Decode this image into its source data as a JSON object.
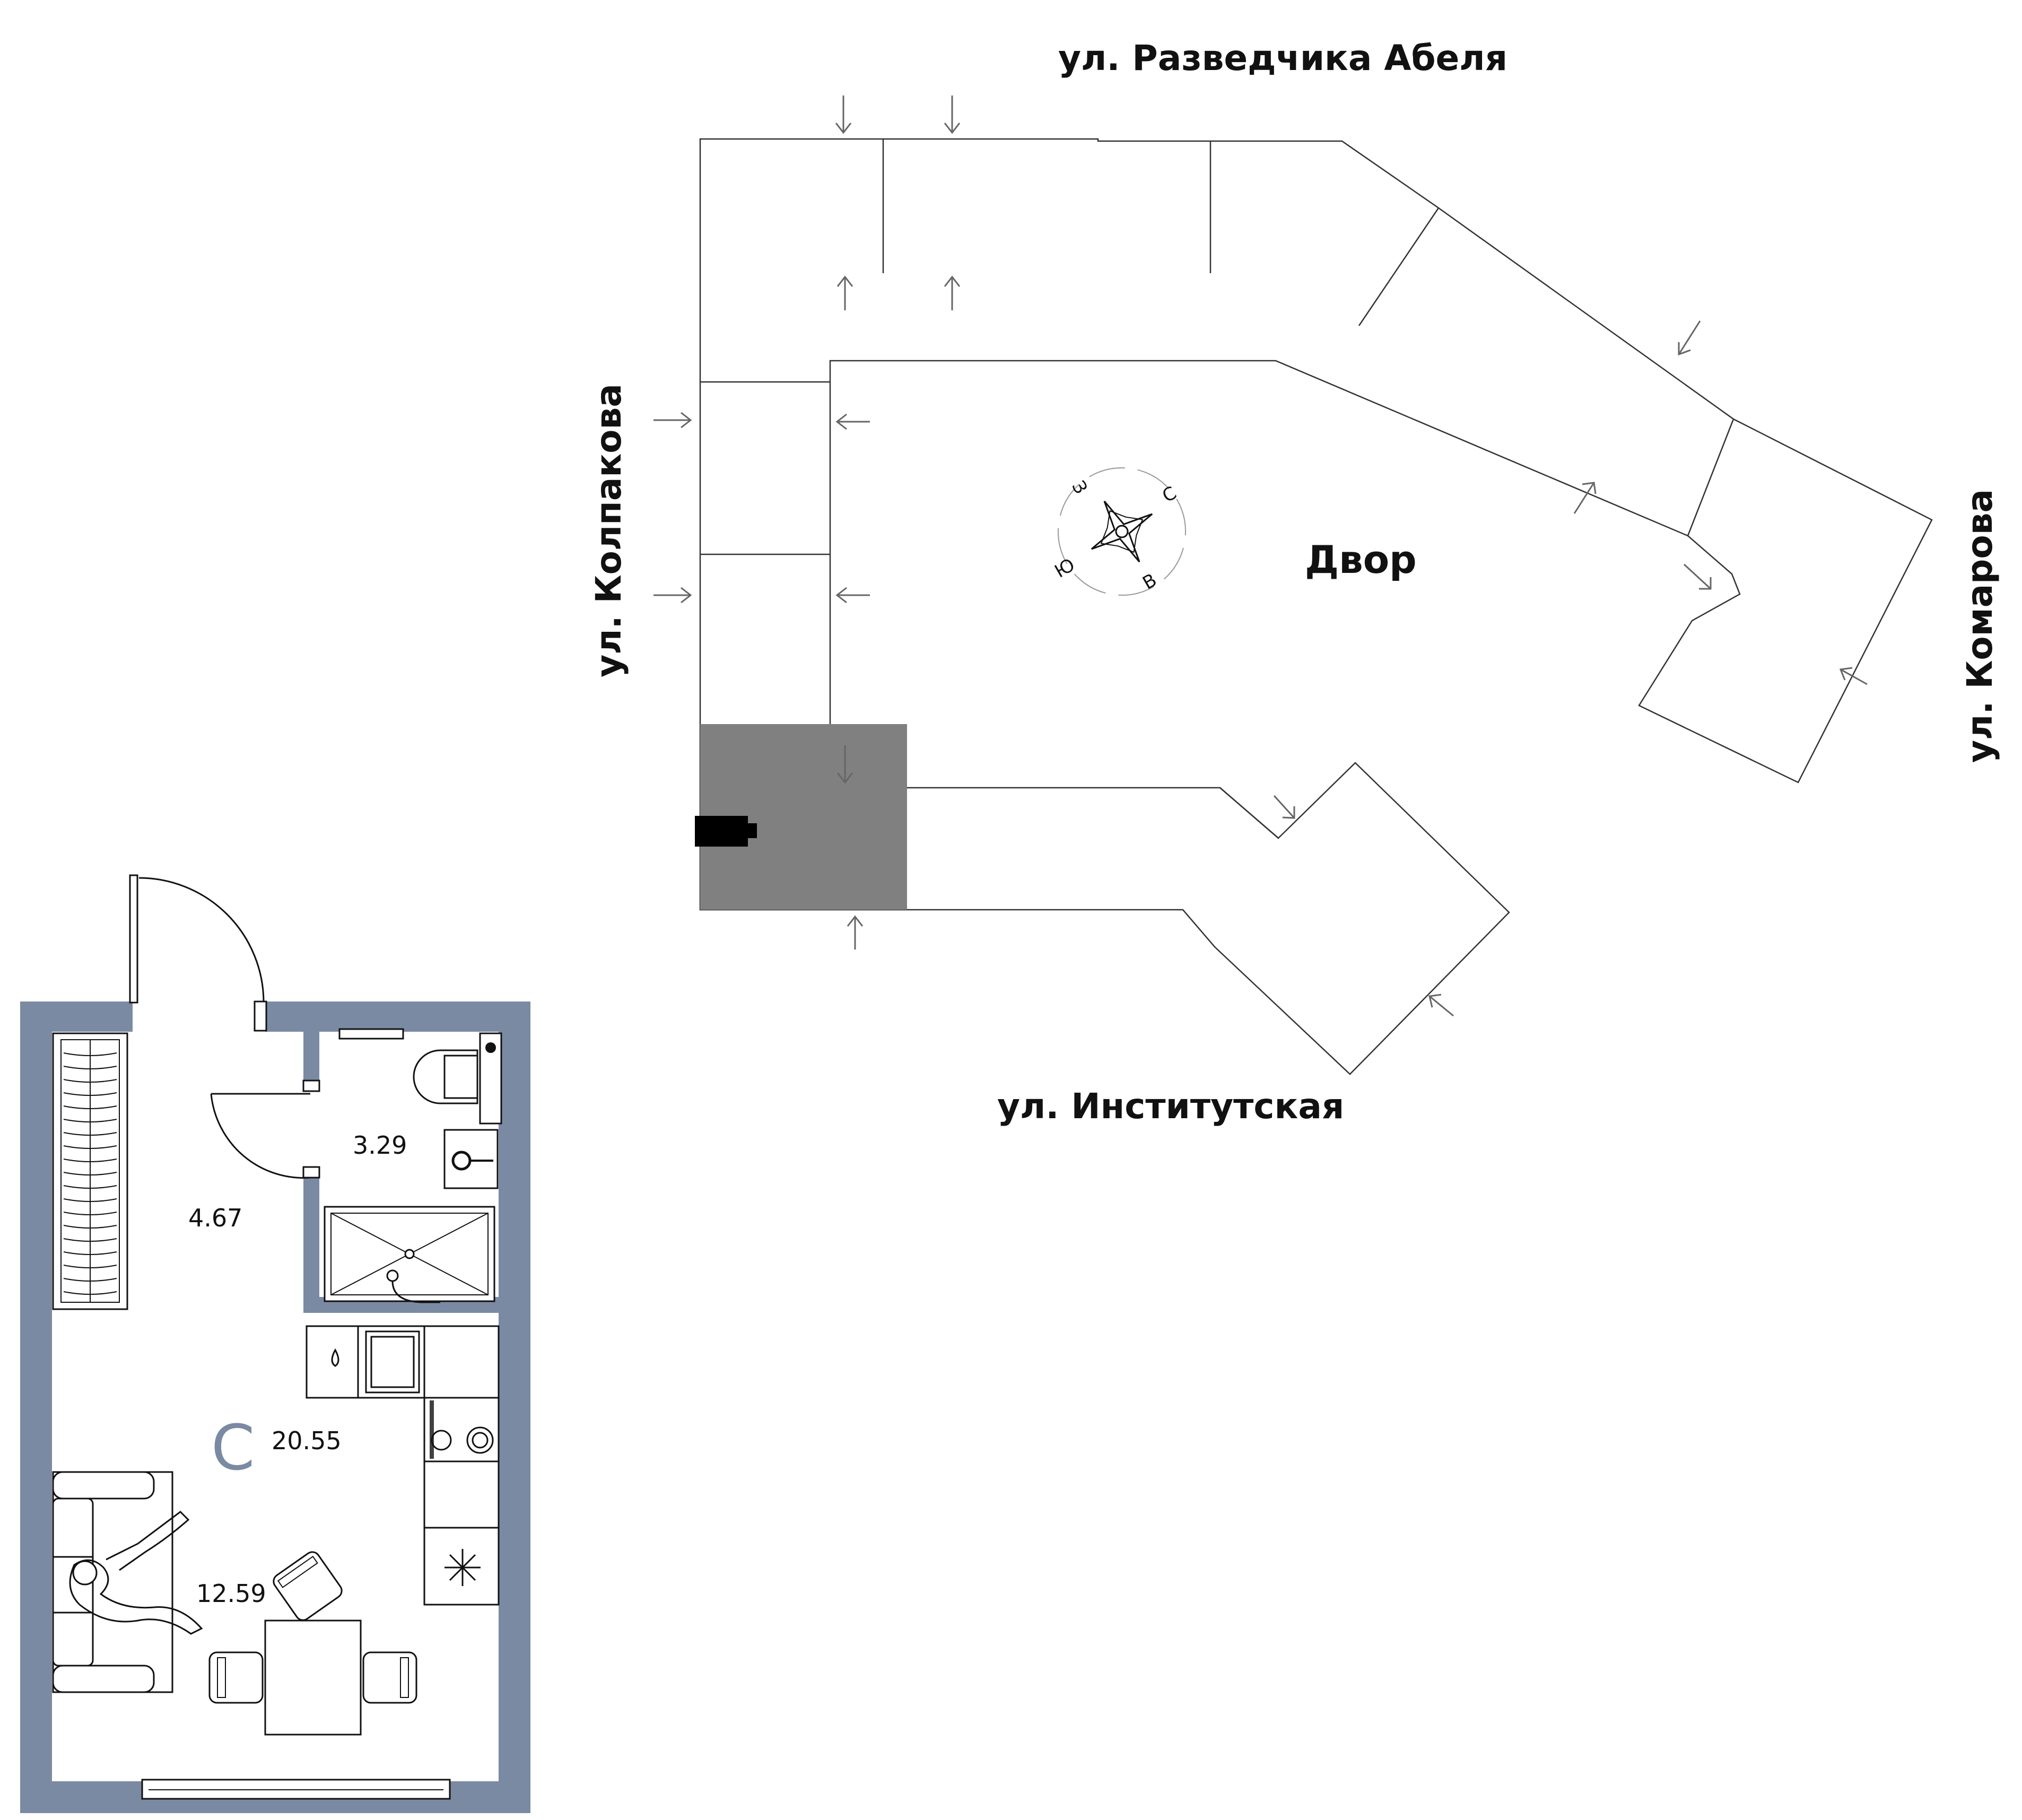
{
  "streets": {
    "north": "ул. Разведчика Абеля",
    "west": "ул. Колпакова",
    "east": "ул. Комарова",
    "south": "ул. Институтская"
  },
  "yard_label": "Двор",
  "compass": {
    "north": "С",
    "east": "В",
    "south": "Ю",
    "west": "З"
  },
  "apartment": {
    "code": "C",
    "rooms": {
      "hall": "4.67",
      "bathroom": "3.29",
      "total": "20.55",
      "living": "12.59"
    }
  },
  "colors": {
    "wall": "#7b8aa3",
    "highlight_section": "#808080",
    "lines": "#333333"
  }
}
